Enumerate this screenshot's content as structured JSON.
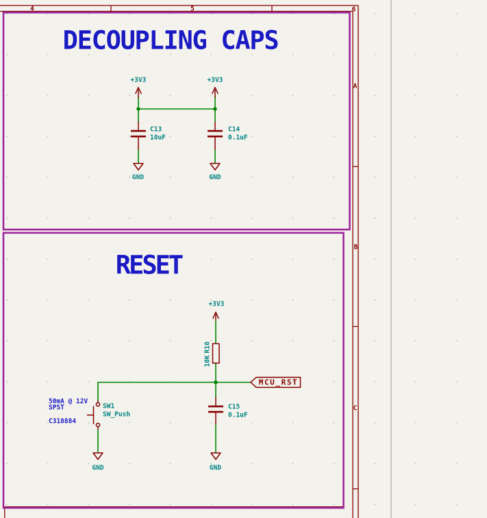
{
  "colors": {
    "bg": "#F4F2EC",
    "wire": "#008400",
    "symbol": "#840000",
    "label": "#008484",
    "note": "#1A1AC4",
    "box": "#9C279C",
    "grid_dot": "#C8C7C3",
    "page_edge": "#9A9A9A"
  },
  "frame": {
    "columns": [
      "4",
      "5",
      "6"
    ],
    "rows": [
      "A",
      "B",
      "C"
    ]
  },
  "decoupling_section": {
    "title": "DECOUPLING CAPS",
    "power_net": "+3V3",
    "ground_net": "GND",
    "caps": [
      {
        "ref": "C13",
        "value": "10uF"
      },
      {
        "ref": "C14",
        "value": "0.1uF"
      }
    ]
  },
  "reset_section": {
    "title": "RESET",
    "power_net": "+3V3",
    "ground_net": "GND",
    "resistor": {
      "ref": "R16",
      "value": "10K"
    },
    "switch": {
      "ref": "SW1",
      "value": "SW_Push",
      "notes": [
        "50mA @ 12V",
        "SPST",
        "C318884"
      ]
    },
    "cap": {
      "ref": "C15",
      "value": "0.1uF"
    },
    "net_label": "MCU_RST"
  }
}
